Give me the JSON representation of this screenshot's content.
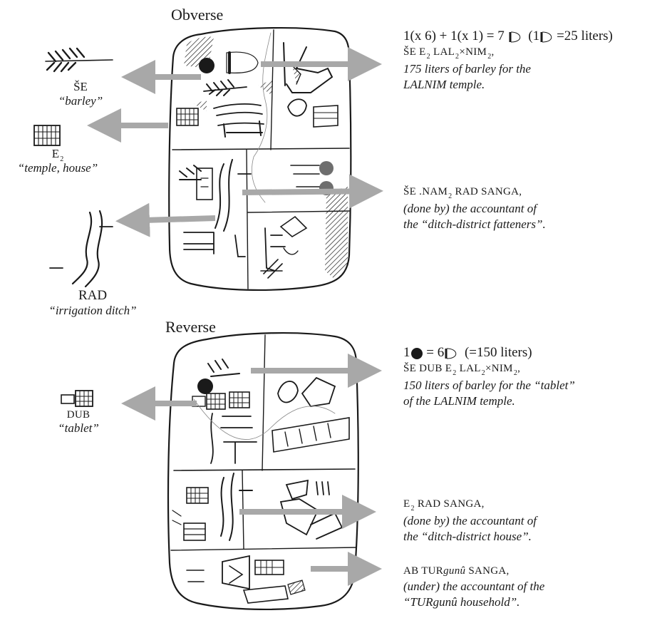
{
  "headings": {
    "obverse": "Obverse",
    "reverse": "Reverse"
  },
  "signs": {
    "se": {
      "name": "ŠE",
      "meaning": "“barley”"
    },
    "e2": {
      "name": "E",
      "sub": "2",
      "meaning": "“temple, house”"
    },
    "rad": {
      "name": "RAD",
      "meaning": "“irrigation ditch”"
    },
    "dub": {
      "name": "DUB",
      "meaning": "“tablet”"
    }
  },
  "annotations": {
    "a1": {
      "calc_a": "1(x 6) + 1(x 1) = 7",
      "calc_b": "(1",
      "calc_c": "=25 liters)",
      "line2_a": "ŠE E",
      "line2_sub1": "2",
      "line2_b": " LAL",
      "line2_sub2": "2",
      "line2_c": "×NIM",
      "line2_sub3": "2",
      "line2_d": ",",
      "line3": "175 liters of barley for the",
      "line4": "LALNIM temple."
    },
    "a2": {
      "line1_a": "ŠE .NAM",
      "line1_sub": "2",
      "line1_b": " RAD SANGA,",
      "line2": "(done by) the accountant of",
      "line3": "the “ditch-district fatteners”."
    },
    "a3": {
      "calc_a": "1",
      "calc_b": " = 6",
      "calc_c": " (=150 liters)",
      "line2_a": "ŠE DUB E",
      "line2_sub1": "2",
      "line2_b": " LAL",
      "line2_sub2": "2",
      "line2_c": "×NIM",
      "line2_sub3": "2",
      "line2_d": ",",
      "line3": "150 liters of barley for the “tablet”",
      "line4": "of the LALNIM temple."
    },
    "a4": {
      "line1_a": "E",
      "line1_sub": "2",
      "line1_b": " RAD SANGA,",
      "line2": "(done by) the accountant of",
      "line3": "the “ditch-district house”."
    },
    "a5": {
      "line1_a": "AB TUR",
      "line1_b": "gunû",
      "line1_c": " SANGA,",
      "line2": "(under) the accountant of the",
      "line3_a": "“TUR",
      "line3_b": "gunû",
      "line3_c": " household”."
    }
  },
  "colors": {
    "arrow": "#a8a8a8",
    "ink": "#1a1a1a",
    "numeral_gray": "#6e6e6e"
  }
}
